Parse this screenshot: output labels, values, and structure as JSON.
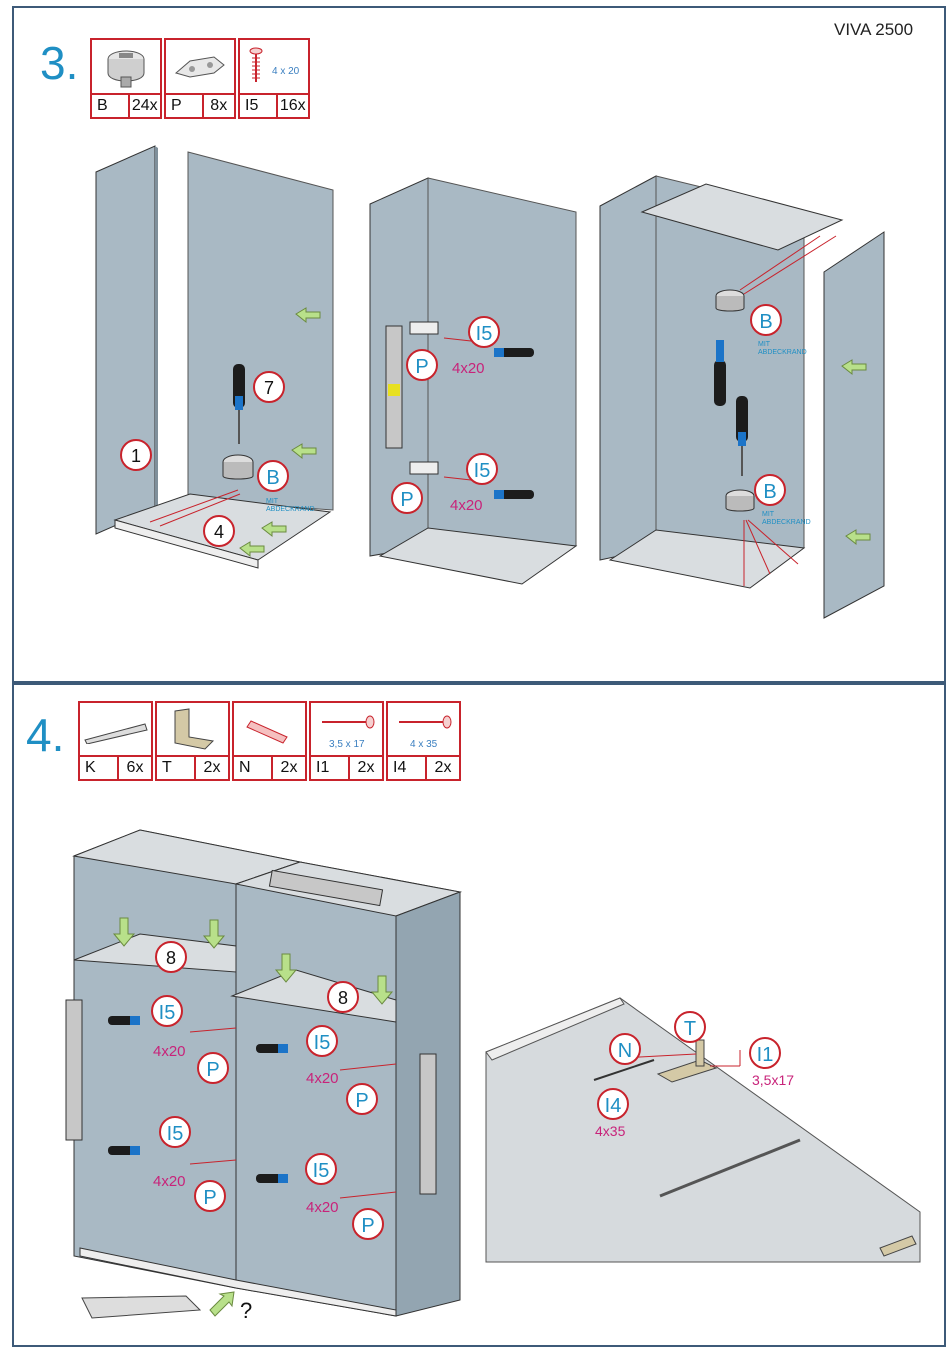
{
  "header": {
    "model": "VIVA 2500"
  },
  "step3": {
    "number": "3.",
    "parts": [
      {
        "code": "B",
        "qty": "24x",
        "icon": "cam-lock-icon",
        "spec": ""
      },
      {
        "code": "P",
        "qty": "8x",
        "icon": "rail-bracket-icon",
        "spec": ""
      },
      {
        "code": "I5",
        "qty": "16x",
        "icon": "screw-icon",
        "spec": "4 x 20"
      }
    ],
    "callouts": {
      "n1": "1",
      "n7": "7",
      "n4": "4",
      "B": "B",
      "mit": "MIT",
      "abdeck": "ABDECKRAND",
      "I5": "I5",
      "P": "P",
      "size": "4x20"
    }
  },
  "step4": {
    "number": "4.",
    "parts": [
      {
        "code": "K",
        "qty": "6x",
        "icon": "wedge-icon",
        "spec": ""
      },
      {
        "code": "T",
        "qty": "2x",
        "icon": "angle-bracket-icon",
        "spec": ""
      },
      {
        "code": "N",
        "qty": "2x",
        "icon": "wall-plug-icon",
        "spec": ""
      },
      {
        "code": "I1",
        "qty": "2x",
        "icon": "screw-icon",
        "spec": "3,5 x 17"
      },
      {
        "code": "I4",
        "qty": "2x",
        "icon": "screw-icon",
        "spec": "4 x 35"
      }
    ],
    "callouts": {
      "n8": "8",
      "I5": "I5",
      "P": "P",
      "size": "4x20",
      "T": "T",
      "N": "N",
      "I1": "I1",
      "I1size": "3,5x17",
      "I4": "I4",
      "I4size": "4x35",
      "question": "?"
    }
  },
  "colors": {
    "frame": "#3d5a78",
    "step_number": "#1f8fc4",
    "part_border": "#c8232c",
    "callout_blue": "#1f8fc4",
    "callout_magenta": "#c8237a",
    "arrow_green": "#b8e08a",
    "panel": "#a9b9c4"
  }
}
